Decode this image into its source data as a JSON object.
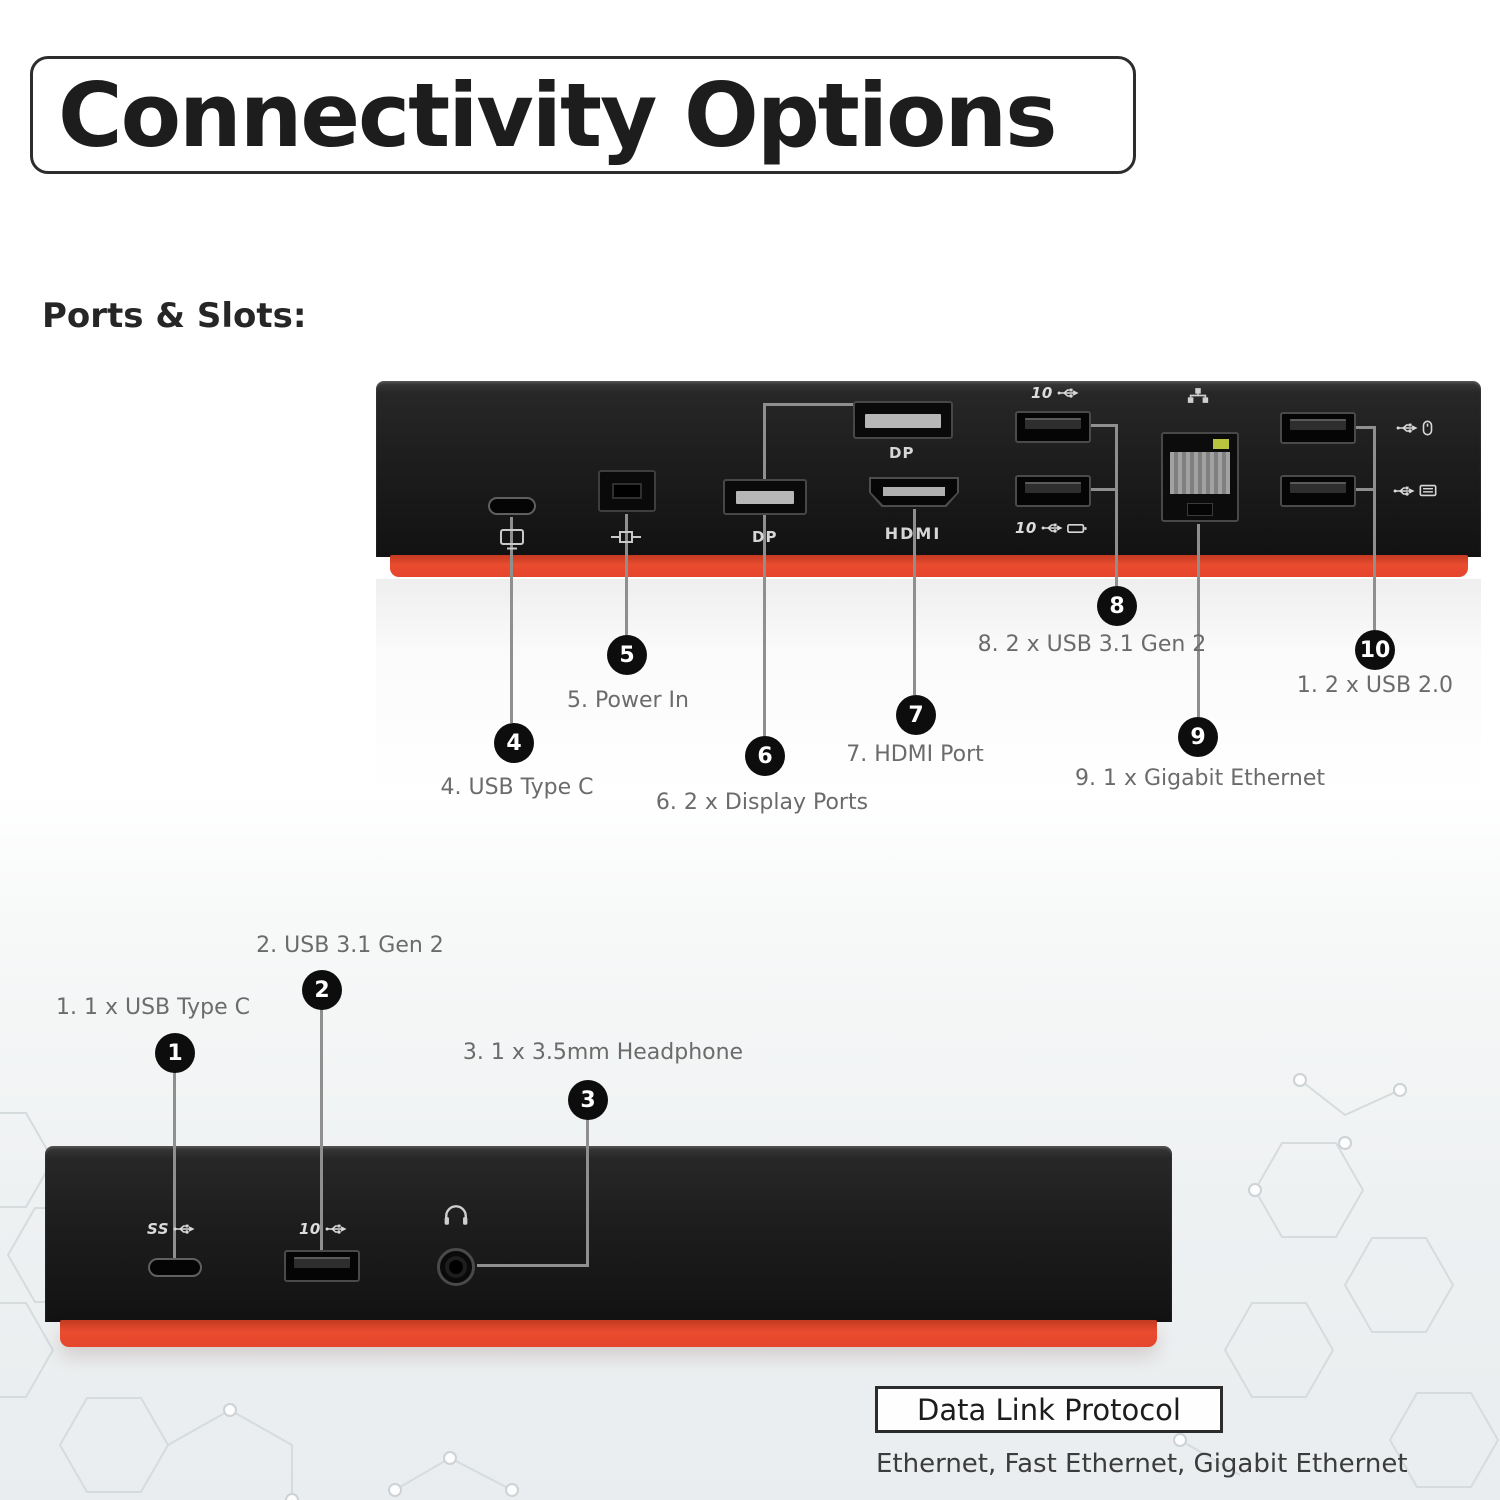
{
  "title": "Connectivity Options",
  "section_heading": "Ports & Slots:",
  "back_view": {
    "callouts": [
      {
        "number": "4",
        "label": "4. USB Type C"
      },
      {
        "number": "5",
        "label": "5. Power In"
      },
      {
        "number": "6",
        "label": "6. 2 x Display Ports"
      },
      {
        "number": "7",
        "label": "7. HDMI Port"
      },
      {
        "number": "8",
        "label": "8. 2 x USB 3.1 Gen 2"
      },
      {
        "number": "9",
        "label": "9. 1 x Gigabit Ethernet"
      },
      {
        "number": "10",
        "label": "1. 2 x USB 2.0"
      }
    ],
    "port_markings": {
      "hdmi": "HDMI",
      "displayport_logo": "DP",
      "usb_speed": "10"
    }
  },
  "front_view": {
    "callouts": [
      {
        "number": "1",
        "label": "1. 1 x USB Type C"
      },
      {
        "number": "2",
        "label": "2. USB 3.1 Gen 2"
      },
      {
        "number": "3",
        "label": "3. 1 x 3.5mm Headphone"
      }
    ],
    "port_markings": {
      "usb_ss": "SS",
      "usb_speed": "10"
    }
  },
  "footer": {
    "box_label": "Data Link Protocol",
    "protocols": "Ethernet, Fast Ethernet, Gigabit Ethernet"
  },
  "colors": {
    "accent_red": "#E5452C",
    "device_black": "#171717",
    "callout_circle_black": "#0D0D0D",
    "callout_line_gray": "#8F8F8F",
    "label_gray": "#6B6B6B",
    "ethernet_led_green": "#B9C33D"
  }
}
